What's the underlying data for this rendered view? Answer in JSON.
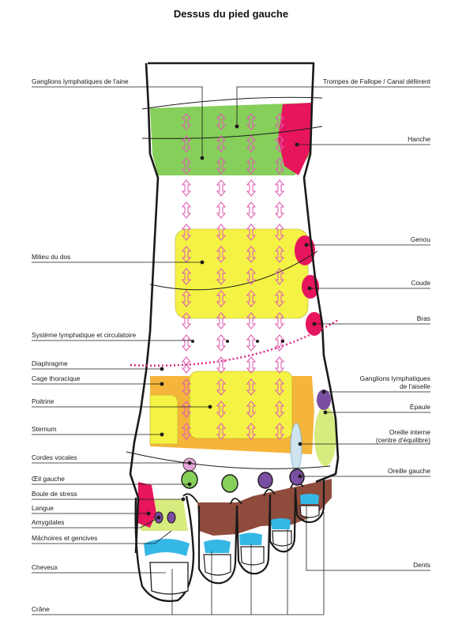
{
  "title": "Dessus du pied gauche",
  "labels_left": [
    "Ganglions lymphatiques de l'aine",
    "Milieu du dos",
    "Système lymphatique et circulatoire",
    "Diaphragme",
    "Cage thoracique",
    "Poitrine",
    "Sternum",
    "Cordes vocales",
    "Œil gauche",
    "Boule de stress",
    "Langue",
    "Amygdales",
    "Mâchoires et gencives",
    "Cheveux",
    "Crâne"
  ],
  "labels_right": [
    "Trompes de Fallope / Canal déférent",
    "Hanche",
    "Genou",
    "Coude",
    "Bras",
    "Ganglions lymphatiques",
    "de l'aiselle",
    "Épaule",
    "Oreille interne",
    "(centre d'équilibre)",
    "Oreille gauche",
    "Dents"
  ],
  "colors": {
    "outline": "#1a1a1a",
    "green": "#86cf5a",
    "magenta": "#e6155e",
    "yellow": "#f4f244",
    "orange": "#f5b53b",
    "brown": "#8f4b3c",
    "cyan": "#35b7e6",
    "purple": "#7a4ea0",
    "light_green": "#d6ec7e",
    "pink_arrow": "#e060b5",
    "pink_dots": "#e0207a"
  }
}
